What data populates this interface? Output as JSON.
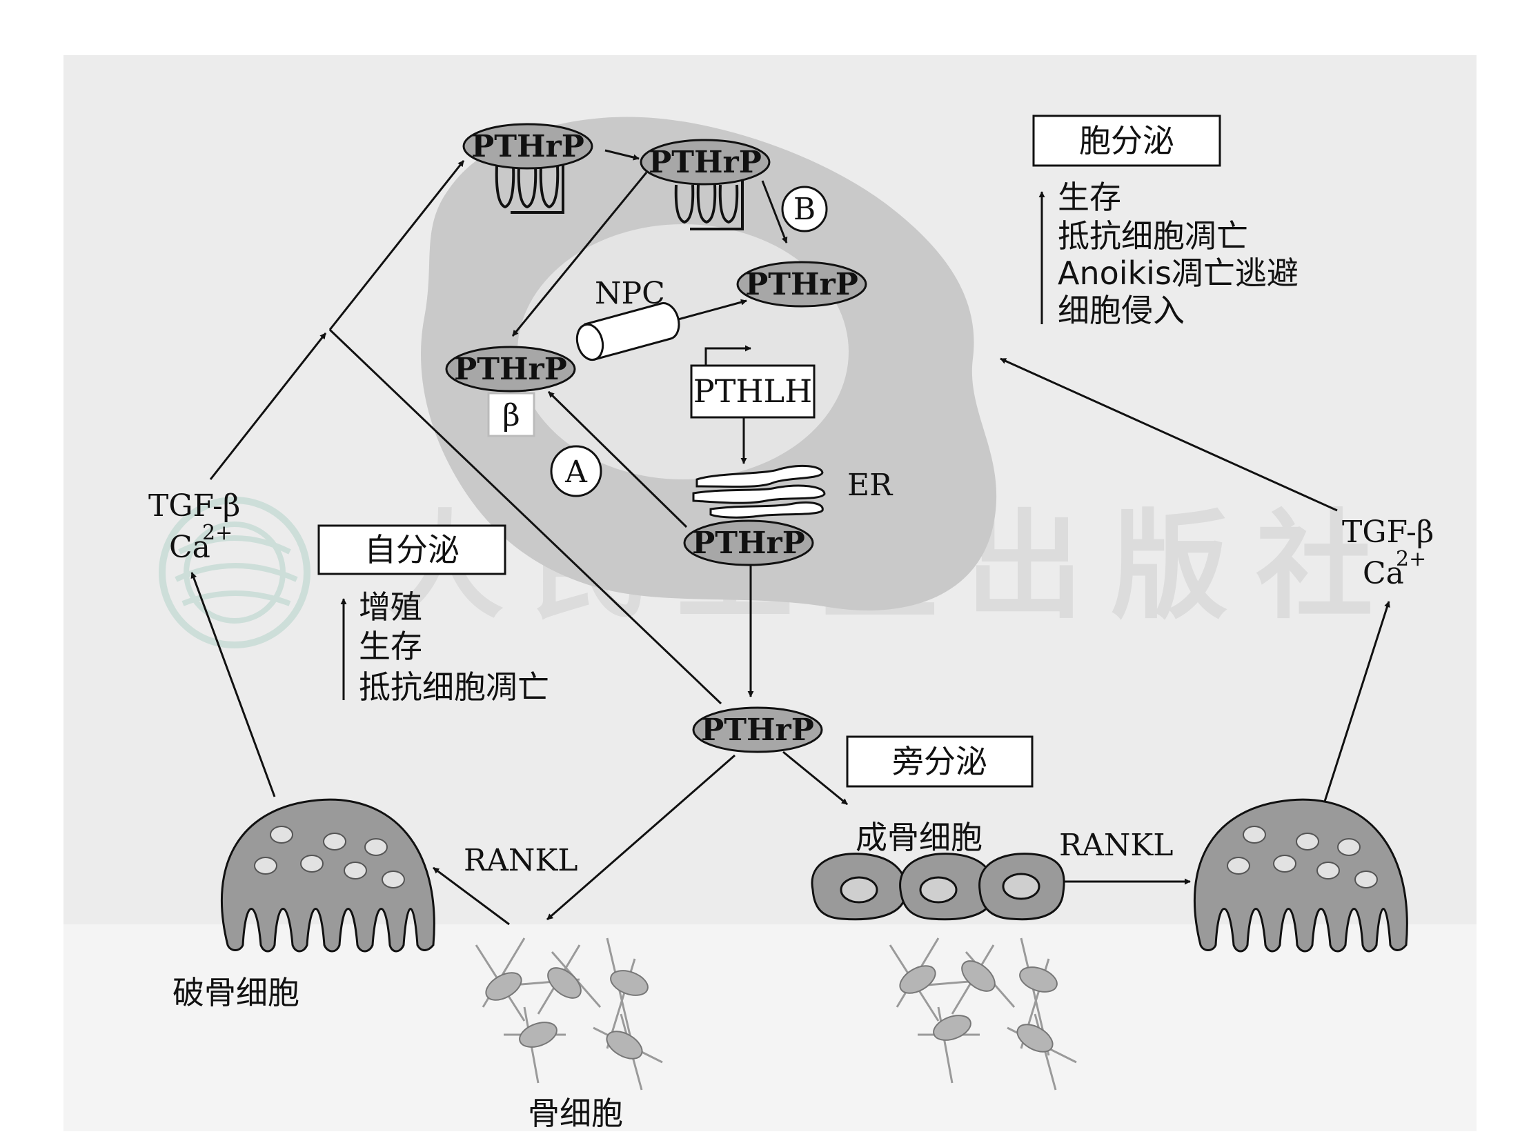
{
  "colors": {
    "panel": "#ececec",
    "cell": "#c9c9c9",
    "cell_core": "#e4e4e4",
    "pill": "#a7a7a7",
    "bone": "#9a9a9a",
    "line": "#111111",
    "watermark": "#cfcfcf"
  },
  "icons": {
    "receptor": "receptor-comb-icon",
    "npc": "nuclear-pore-cylinder-icon",
    "er": "endoplasmic-reticulum-icon",
    "osteoclast": "osteoclast-dome-icon",
    "osteoblast": "osteoblast-cell-icon",
    "osteocyte": "osteocyte-network-icon",
    "promoter": "promoter-arrow-icon",
    "watermark_seal": "publisher-seal-icon"
  },
  "pills": {
    "p1": "PTHrP",
    "p2": "PTHrP",
    "p3": "PTHrP",
    "p4": "PTHrP",
    "p5": "PTHrP",
    "p6": "PTHrP"
  },
  "markers": {
    "a": "A",
    "b": "B"
  },
  "labels": {
    "npc": "NPC",
    "pthlh": "PTHLH",
    "er": "ER",
    "beta": "β",
    "tgf_left": "TGF-β",
    "ca_left": "Ca",
    "ca_left_sup": "2+",
    "tgf_right": "TGF-β",
    "ca_right": "Ca",
    "ca_right_sup": "2+",
    "rankl_left": "RANKL",
    "rankl_right": "RANKL",
    "osteoclast_left": "破骨细胞",
    "osteoblast": "成骨细胞",
    "osteocyte": "骨细胞"
  },
  "boxes": {
    "intracrine": {
      "title": "胞分泌",
      "items": [
        "生存",
        "抵抗细胞凋亡",
        "Anoikis凋亡逃避",
        "细胞侵入"
      ]
    },
    "autocrine": {
      "title": "自分泌",
      "items": [
        "增殖",
        "生存",
        "抵抗细胞凋亡"
      ]
    },
    "paracrine": {
      "title": "旁分泌"
    }
  },
  "watermark": "人民卫生出版社"
}
